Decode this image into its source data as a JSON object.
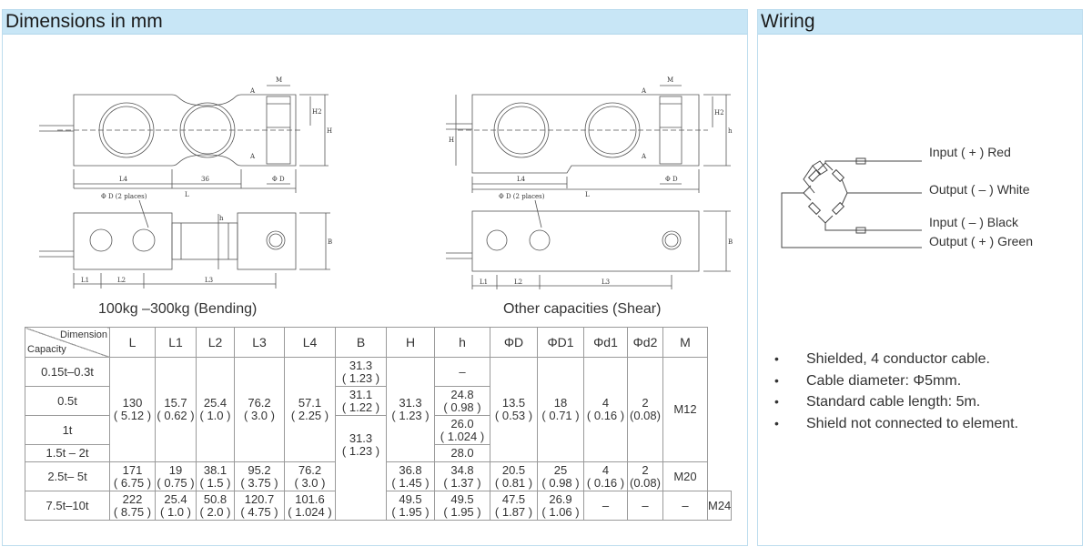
{
  "dimensions_panel": {
    "title": "Dimensions in mm",
    "caption_bending": "100kg –300kg (Bending)",
    "caption_shear": "Other capacities (Shear)",
    "drawing_labels": {
      "M": "M",
      "A": "A",
      "H2": "H2",
      "H": "H",
      "h": "h",
      "L": "L",
      "L1": "L1",
      "L2": "L2",
      "L3": "L3",
      "L4": "L4",
      "B": "B",
      "b36": "36",
      "phiD": "Φ D",
      "phiD_two": "Φ D (2 places)",
      "h_small": "h"
    }
  },
  "table": {
    "corner_top": "Dimension",
    "corner_bottom": "Capacity",
    "headers": [
      "L",
      "L1",
      "L2",
      "L3",
      "L4",
      "B",
      "H",
      "h",
      "ΦD",
      "ΦD1",
      "Φd1",
      "Φd2",
      "M"
    ],
    "capacities": [
      "0.15t–0.3t",
      "0.5t",
      "1t",
      "1.5t – 2t",
      "2.5t– 5t",
      "7.5t–10t"
    ],
    "g1": {
      "L": [
        "130",
        "( 5.12 )"
      ],
      "L1": [
        "15.7",
        "( 0.62 )"
      ],
      "L2": [
        "25.4",
        "( 1.0 )"
      ],
      "L3": [
        "76.2",
        "( 3.0 )"
      ],
      "L4": [
        "57.1",
        "( 2.25 )"
      ],
      "H": [
        "31.3",
        "( 1.23 )"
      ],
      "D": [
        "13.5",
        "( 0.53 )"
      ],
      "D1": [
        "18",
        "( 0.71 )"
      ],
      "d1": [
        "4",
        "( 0.16 )"
      ],
      "d2": [
        "2",
        "(0.08)"
      ],
      "M": "M12"
    },
    "B": {
      "r1": [
        "31.3",
        "( 1.23 )"
      ],
      "r2": [
        "31.1",
        "( 1.22 )"
      ],
      "r34": [
        "31.3",
        "( 1.23 )"
      ],
      "r6": [
        "49.5",
        "( 1.95 )"
      ]
    },
    "h": {
      "r1": "–",
      "r2": [
        "24.8",
        "( 0.98 )"
      ],
      "r3": [
        "26.0",
        "( 1.024 )"
      ],
      "r4": "28.0",
      "r5": [
        "34.8",
        "( 1.37 )"
      ],
      "r6": [
        "47.5",
        "( 1.87 )"
      ]
    },
    "r5": {
      "L": [
        "171",
        "( 6.75 )"
      ],
      "L1": [
        "19",
        "( 0.75 )"
      ],
      "L2": [
        "38.1",
        "( 1.5 )"
      ],
      "L3": [
        "95.2",
        "( 3.75 )"
      ],
      "L4": [
        "76.2",
        "( 3.0 )"
      ],
      "H": [
        "36.8",
        "( 1.45 )"
      ],
      "D": [
        "20.5",
        "( 0.81 )"
      ],
      "D1": [
        "25",
        "( 0.98 )"
      ],
      "d1": [
        "4",
        "( 0.16 )"
      ],
      "d2": [
        "2",
        "(0.08)"
      ],
      "M": "M20"
    },
    "r6": {
      "L": [
        "222",
        "( 8.75 )"
      ],
      "L1": [
        "25.4",
        "( 1.0 )"
      ],
      "L2": [
        "50.8",
        "( 2.0 )"
      ],
      "L3": [
        "120.7",
        "( 4.75 )"
      ],
      "L4": [
        "101.6",
        "( 1.024 )"
      ],
      "H": [
        "49.5",
        "( 1.95 )"
      ],
      "D": [
        "26.9",
        "( 1.06 )"
      ],
      "D1": "–",
      "d1": "–",
      "d2": "–",
      "M": "M24"
    }
  },
  "wiring_panel": {
    "title": "Wiring",
    "wires": [
      {
        "label": "Input ( + ) Red"
      },
      {
        "label": "Output ( – ) White"
      },
      {
        "label": "Input ( – ) Black"
      },
      {
        "label": "Output ( + ) Green"
      }
    ],
    "notes": [
      "Shielded, 4 conductor cable.",
      "Cable diameter:  Φ5mm.",
      "Standard cable length: 5m.",
      "Shield not connected to element."
    ]
  },
  "colors": {
    "header_bg": "#c8e6f6",
    "border": "#bcdcee",
    "line": "#555555"
  }
}
